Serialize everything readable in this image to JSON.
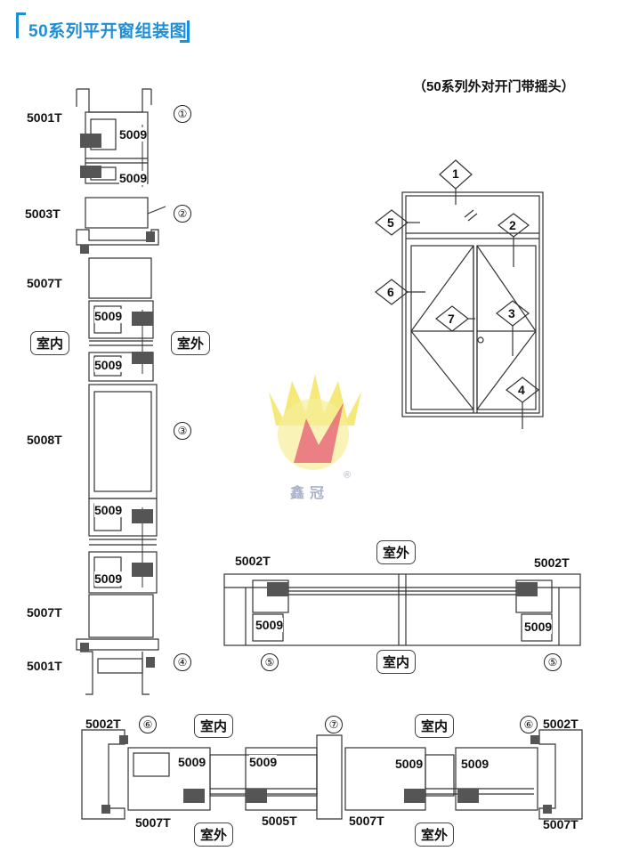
{
  "title": "50系列平开窗组装图",
  "subtitle": "（50系列外对开门带摇头）",
  "vertical_section": {
    "profiles_left": [
      "5001T",
      "5003T",
      "5007T",
      "5008T",
      "5007T",
      "5001T"
    ],
    "glass_bead": [
      "5009",
      "5009",
      "5009",
      "5009",
      "5009",
      "5009"
    ],
    "markers": [
      "①",
      "②",
      "③",
      "④"
    ],
    "indoor": "室内",
    "outdoor": "室外"
  },
  "elevation": {
    "markers": [
      "1",
      "2",
      "3",
      "4",
      "5",
      "6",
      "7"
    ]
  },
  "horizontal_section_1": {
    "outdoor": "室外",
    "indoor": "室内",
    "left_profile": "5002T",
    "right_profile": "5002T",
    "left_bead": "5009",
    "right_bead": "5009",
    "marker_left": "⑤",
    "marker_right": "⑤"
  },
  "horizontal_section_2": {
    "indoor_left": "室内",
    "indoor_right": "室内",
    "outdoor_left": "室外",
    "outdoor_right": "室外",
    "profile_tl": "5002T",
    "profile_tr": "5002T",
    "profile_bl": "5007T",
    "profile_bm": "5005T",
    "profile_bm2": "5007T",
    "profile_br": "5007T",
    "beads": [
      "5009",
      "5009",
      "5009",
      "5009"
    ],
    "marker_left": "⑥",
    "marker_mid": "⑦",
    "marker_right": "⑥"
  },
  "logo": {
    "text": "鑫冠",
    "reg": "®"
  },
  "colors": {
    "accent": "#1d8fd8",
    "line": "#333333"
  }
}
